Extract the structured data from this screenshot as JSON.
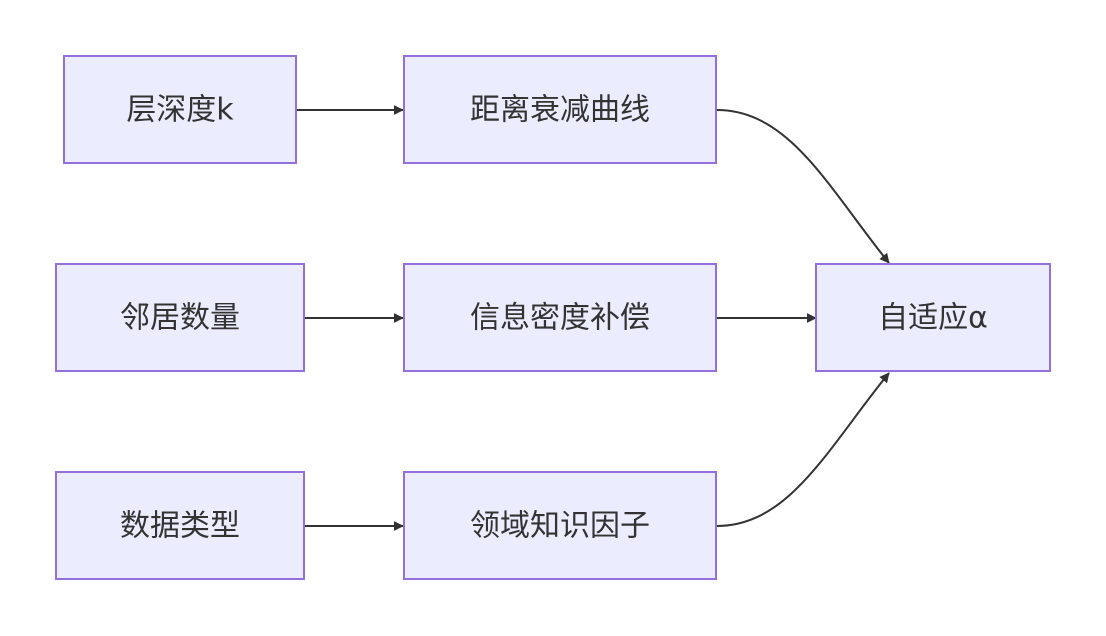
{
  "diagram": {
    "nodes": {
      "layer_depth": "层深度k",
      "distance_decay": "距离衰减曲线",
      "neighbor_count": "邻居数量",
      "info_density": "信息密度补偿",
      "data_type": "数据类型",
      "domain_factor": "领域知识因子",
      "adaptive_alpha": "自适应α"
    },
    "edges": [
      {
        "from": "layer_depth",
        "to": "distance_decay"
      },
      {
        "from": "neighbor_count",
        "to": "info_density"
      },
      {
        "from": "data_type",
        "to": "domain_factor"
      },
      {
        "from": "distance_decay",
        "to": "adaptive_alpha"
      },
      {
        "from": "info_density",
        "to": "adaptive_alpha"
      },
      {
        "from": "domain_factor",
        "to": "adaptive_alpha"
      }
    ],
    "colors": {
      "node_fill": "#ececff",
      "node_stroke": "#9370db",
      "edge": "#333333",
      "text": "#333333"
    }
  }
}
